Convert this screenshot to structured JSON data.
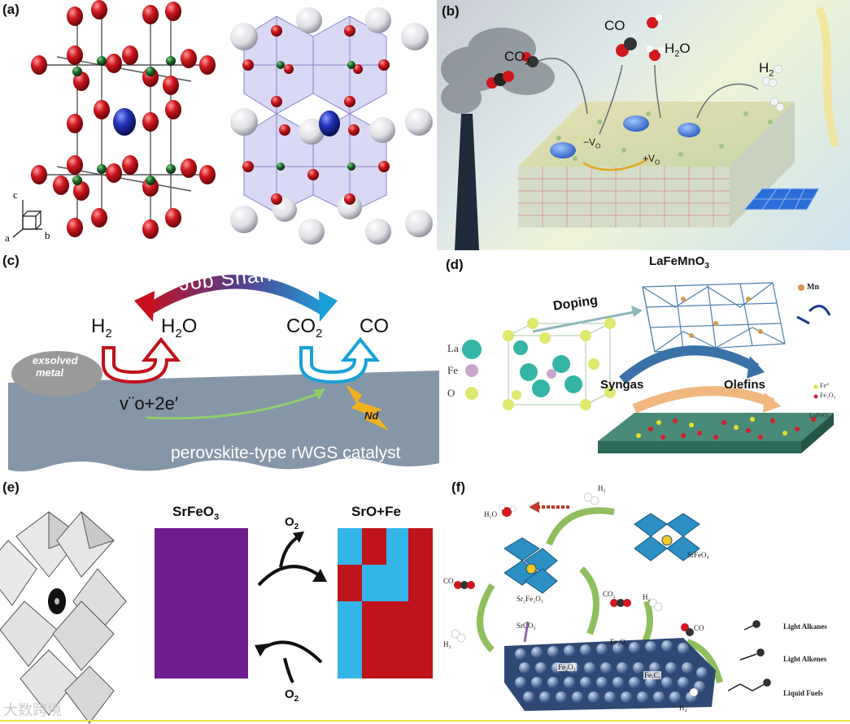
{
  "panels": {
    "a": {
      "label": "(a)",
      "axis_c": "c",
      "axis_a": "a",
      "axis_b": "b"
    },
    "b": {
      "label": "(b)",
      "co2": "CO",
      "co2_sub": "2",
      "co": "CO",
      "h2o": "H",
      "h2o_sub": "2",
      "h2o_end": "O",
      "h2": "H",
      "h2_sub": "2",
      "vo_minus": "−V",
      "vo_minus_sub": "O",
      "vo_plus": "+V",
      "vo_plus_sub": "O"
    },
    "c": {
      "label": "(c)",
      "arc_text": "Job Sharing",
      "h2": "H",
      "h2_sub": "2",
      "h2o": "H",
      "h2o_sub": "2",
      "h2o_end": "O",
      "co2": "CO",
      "co2_sub": "2",
      "co": "CO",
      "exsolved_line1": "exsolved",
      "exsolved_line2": "metal",
      "vacancy": "v¨o+2e′",
      "nd": "Nd",
      "catalyst": "perovskite-type rWGS catalyst"
    },
    "d": {
      "label": "(d)",
      "title": "LaFeMnO",
      "title_sub": "3",
      "doping": "Doping",
      "la": "La",
      "fe": "Fe",
      "o": "O",
      "mn": "Mn",
      "syngas": "Syngas",
      "olefins": "Olefins",
      "legend_fe": "Fe°",
      "legend_fe2o3": "Fe₂O₃",
      "legend_lafeo3": "LaFeO₃"
    },
    "e": {
      "label": "(e)",
      "left_title": "SrFeO",
      "left_title_sub": "3",
      "right_title": "SrO+Fe",
      "o2_top": "O",
      "o2_top_sub": "2",
      "o2_bottom": "O",
      "o2_bottom_sub": "2"
    },
    "f": {
      "label": "(f)",
      "h2_top": "H₂",
      "h2o": "H₂O",
      "srfeo3": "SrFeO₃",
      "co2_left": "CO₂",
      "sr2fe2o5": "Sr₂Fe₂O₅",
      "co2_mid": "CO₂",
      "h2_mid": "H₂",
      "co": "CO",
      "srco3": "SrCO₃",
      "h2_left": "H₂",
      "fe3o4": "Fe₃O₄",
      "fe2o3": "Fe₂O₃",
      "fexcy": "FeₓCᵧ",
      "h2_bottom": "H₂",
      "light_alkanes": "Light Alkanes",
      "light_alkenes": "Light Alkenes",
      "liquid_fuels": "Liquid Fuels"
    }
  },
  "watermark": "大数跨境",
  "colors": {
    "oxygen_red": "#c8171e",
    "b_site_green": "#1e6b2a",
    "a_site_blue": "#1e2fa8",
    "octahedron": "#b9b8ec",
    "catalyst_slab": "#8596a8",
    "red_arrow": "#c0121c",
    "cyan_arrow": "#1aa0d8",
    "srfeo3_purple": "#6d1d8e",
    "sro_blue": "#33b5e8",
    "fe_red": "#c0141c"
  }
}
